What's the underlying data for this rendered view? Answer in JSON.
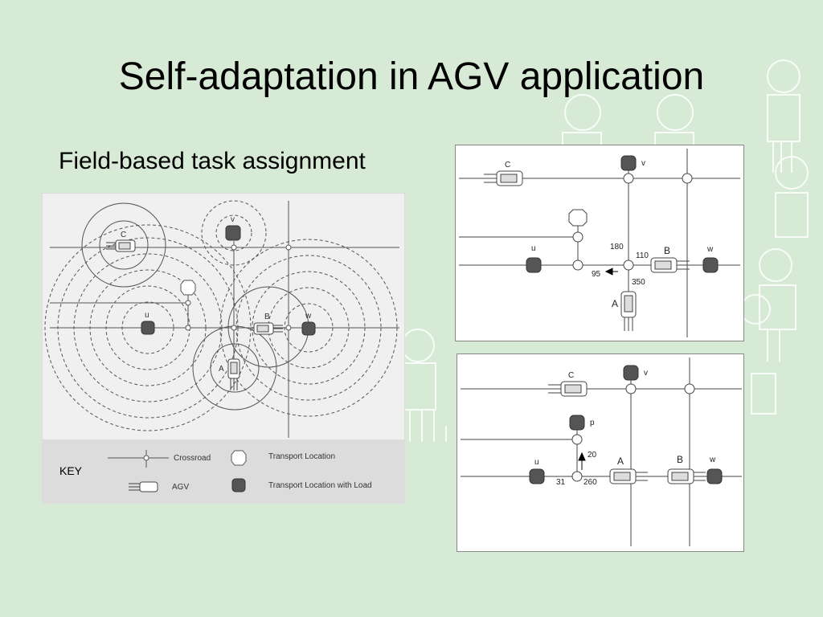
{
  "slide": {
    "title": "Self-adaptation in AGV application",
    "subtitle": "Field-based task assignment"
  },
  "left_diagram": {
    "labels": {
      "c": "C",
      "v": "v",
      "u": "u",
      "b": "B",
      "w": "w",
      "a": "A"
    }
  },
  "key": {
    "heading": "KEY",
    "crossroad": "Crossroad",
    "transport_location": "Transport Location",
    "agv": "AGV",
    "transport_location_with_load": "Transport Location with Load"
  },
  "top_right": {
    "labels": {
      "c": "C",
      "v": "v",
      "u": "u",
      "b": "B",
      "w": "w",
      "a": "A"
    },
    "values": {
      "d180": "180",
      "d110": "110",
      "d95": "95",
      "d350": "350"
    }
  },
  "bottom_right": {
    "labels": {
      "c": "C",
      "v": "v",
      "p": "p",
      "u": "u",
      "a": "A",
      "b": "B",
      "w": "w"
    },
    "values": {
      "d20": "20",
      "d31": "31",
      "d260": "260"
    }
  },
  "colors": {
    "background": "#d6ead5",
    "panel": "#ffffff",
    "left_panel": "#f0f0f0",
    "key_band": "#dcdcdc",
    "load_fill": "#555555"
  }
}
